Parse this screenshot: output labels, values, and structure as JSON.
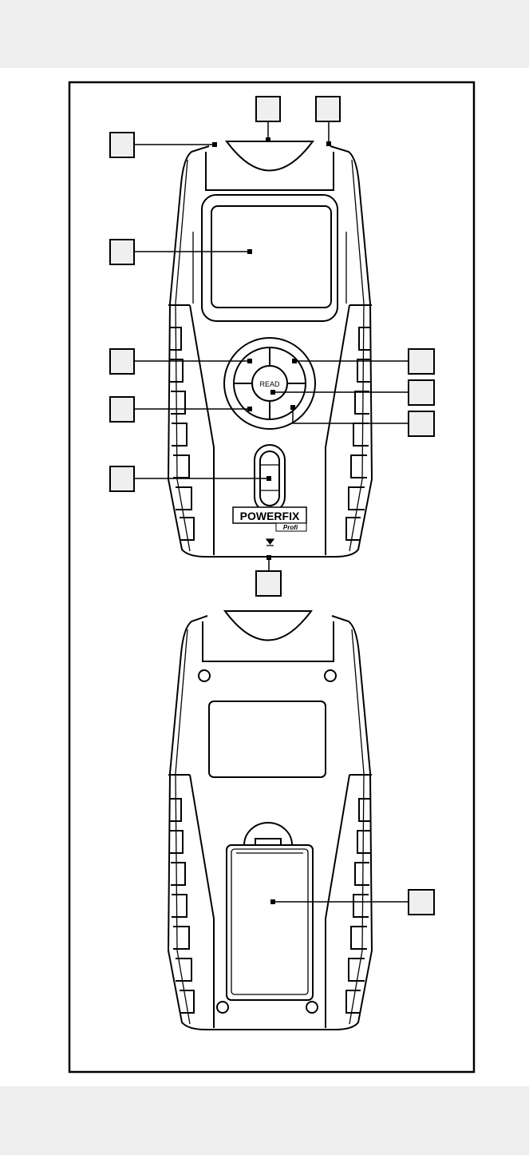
{
  "figure": {
    "read_button_label": "READ",
    "brand_logo": "POWERFIX",
    "brand_sub": "Profi",
    "label_box_fill": "#eeefee",
    "band_color": "#edeeed"
  }
}
